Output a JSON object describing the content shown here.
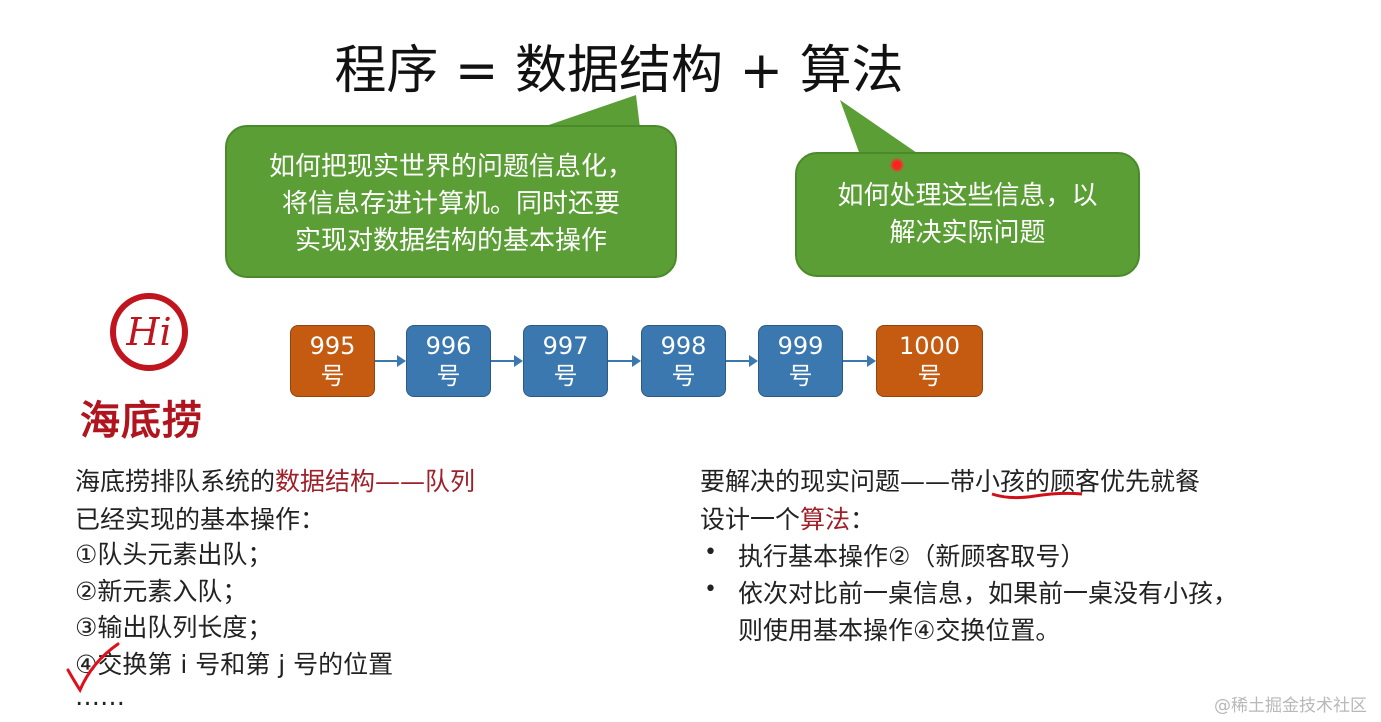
{
  "title": "程序 = 数据结构 + 算法",
  "bubble_left": {
    "lines": [
      "如何把现实世界的问题信息化，",
      "将信息存进计算机。同时还要",
      "实现对数据结构的基本操作"
    ]
  },
  "bubble_right": {
    "lines": [
      "如何处理这些信息，以",
      "解决实际问题"
    ]
  },
  "logo": {
    "mark": "Hi",
    "name": "海底捞"
  },
  "queue": [
    {
      "num": "995",
      "unit": "号",
      "color": "#c55a11"
    },
    {
      "num": "996",
      "unit": "号",
      "color": "#3b78b0"
    },
    {
      "num": "997",
      "unit": "号",
      "color": "#3b78b0"
    },
    {
      "num": "998",
      "unit": "号",
      "color": "#3b78b0"
    },
    {
      "num": "999",
      "unit": "号",
      "color": "#3b78b0"
    },
    {
      "num": "1000",
      "unit": "号",
      "color": "#c55a11"
    }
  ],
  "left": {
    "line1_a": "海底捞排队系统的",
    "line1_b": "数据结构——队列",
    "lines": [
      "已经实现的基本操作：",
      "①队头元素出队；",
      "②新元素入队；",
      "③输出队列长度；",
      "④交换第 i 号和第 j 号的位置",
      "……"
    ]
  },
  "right": {
    "line1_a": "要解决的现实问题——",
    "line1_b": "带小孩",
    "line1_c": "的顾客优先就餐",
    "line2_a": "设计一个",
    "line2_b": "算法",
    "line2_c": "：",
    "bullets": [
      "执行基本操作②（新顾客取号）",
      "依次对比前一桌信息，如果前一桌没有小孩，",
      "则使用基本操作④交换位置。"
    ]
  },
  "watermark": "@稀土掘金技术社区",
  "colors": {
    "bubble": "#5b9e35",
    "accent_red": "#a0202a",
    "orange": "#c55a11",
    "blue": "#3b78b0"
  }
}
